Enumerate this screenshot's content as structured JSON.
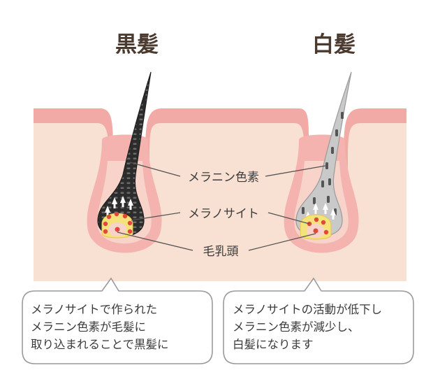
{
  "headings": {
    "black_hair": "黒髪",
    "white_hair": "白髪"
  },
  "labels": {
    "melanin": "メラニン色素",
    "melanocyte": "メラノサイト",
    "papilla": "毛乳頭"
  },
  "notes": {
    "left": {
      "line1": "メラノサイトで作られた",
      "line2": "メラニン色素が毛髪に",
      "line3": "取り込まれることで黒髪に"
    },
    "right": {
      "line1": "メラノサイトの活動が低下し",
      "line2": "メラニン色素が減少し、",
      "line3": "白髪になります"
    }
  },
  "colors": {
    "skin_surface": "#f2aaa6",
    "dermis": "#f8e0d2",
    "follicle_sheath": "#f4b3ae",
    "black_hair": "#2c2c2c",
    "white_hair": "#c9c9c9",
    "papilla": "#f4e27a",
    "melanocyte_dot": "#e2473c",
    "bubble_border": "#9a9a9a"
  }
}
